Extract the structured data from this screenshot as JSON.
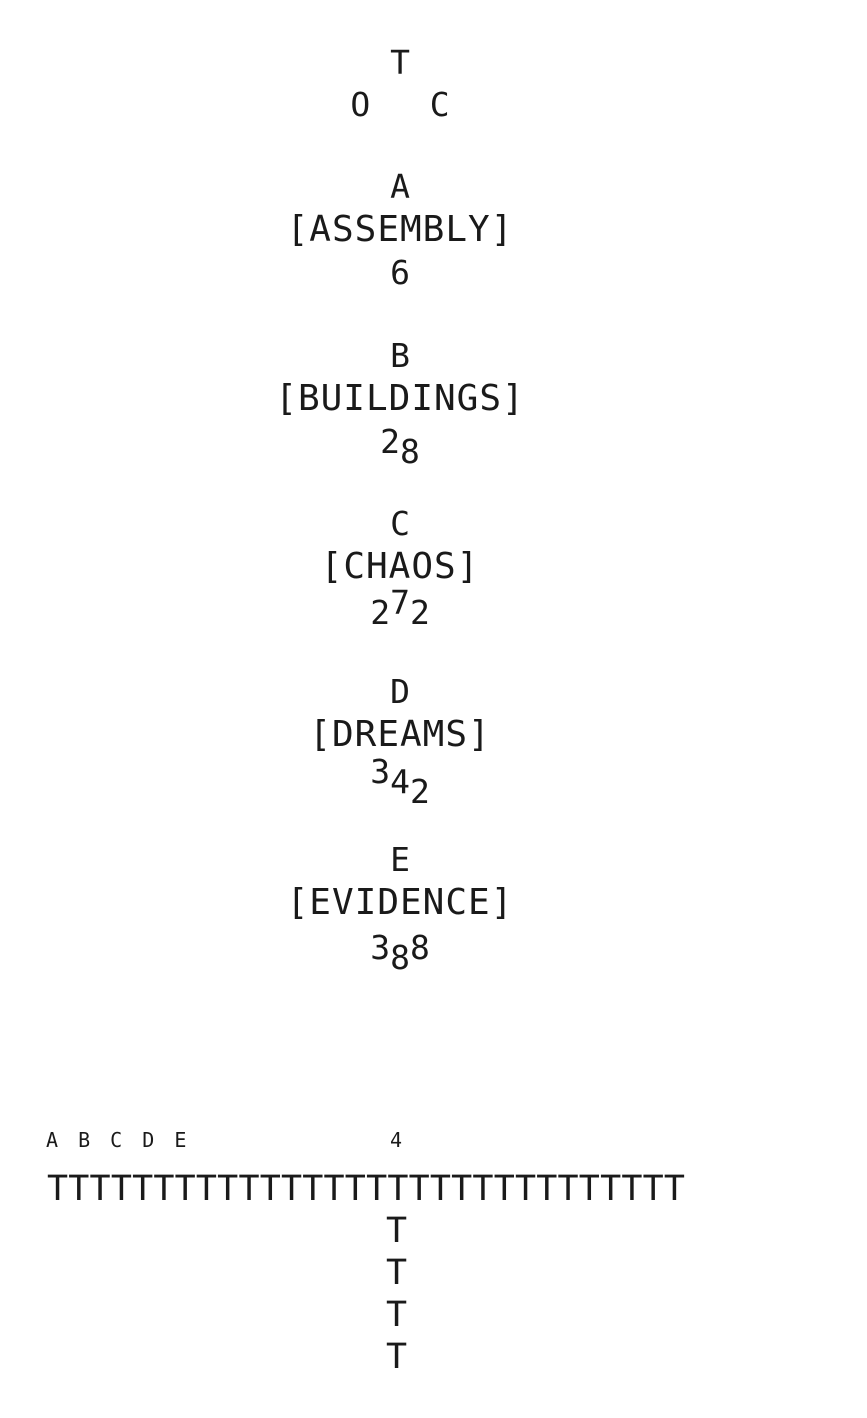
{
  "toc": {
    "top": "T",
    "left": "O",
    "right": "C"
  },
  "sections": [
    {
      "letter": "A",
      "title": "[ASSEMBLY]",
      "number": [
        "6"
      ]
    },
    {
      "letter": "B",
      "title": "[BUILDINGS]",
      "number": [
        "2",
        "8"
      ]
    },
    {
      "letter": "C",
      "title": "[CHAOS]",
      "number": [
        "2",
        "7",
        "2"
      ]
    },
    {
      "letter": "D",
      "title": "[DREAMS]",
      "number": [
        "3",
        "4",
        "2"
      ]
    },
    {
      "letter": "E",
      "title": "[EVIDENCE]",
      "number": [
        "3",
        "8",
        "8"
      ]
    }
  ],
  "footer": {
    "letters": "A B C D E",
    "page": "4",
    "t_row": "TTTTTTTTTTTTTTTTTTTTTTTTTTTTTT",
    "t_column": [
      "T",
      "T",
      "T",
      "T"
    ]
  }
}
